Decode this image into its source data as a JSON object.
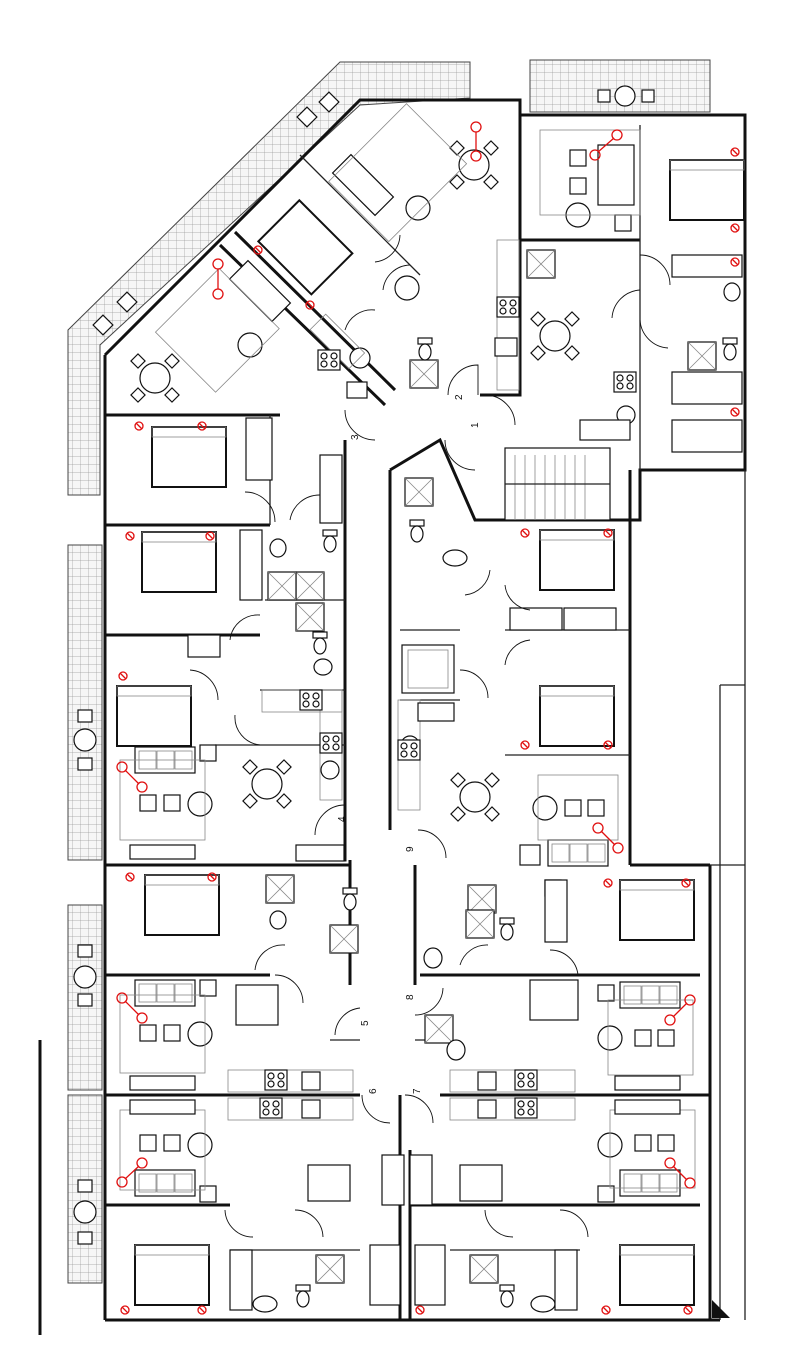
{
  "door_numbers": [
    {
      "label": "1"
    },
    {
      "label": "2"
    },
    {
      "label": "3"
    },
    {
      "label": "4"
    },
    {
      "label": "5"
    },
    {
      "label": "6"
    },
    {
      "label": "7"
    },
    {
      "label": "8"
    },
    {
      "label": "9"
    }
  ]
}
